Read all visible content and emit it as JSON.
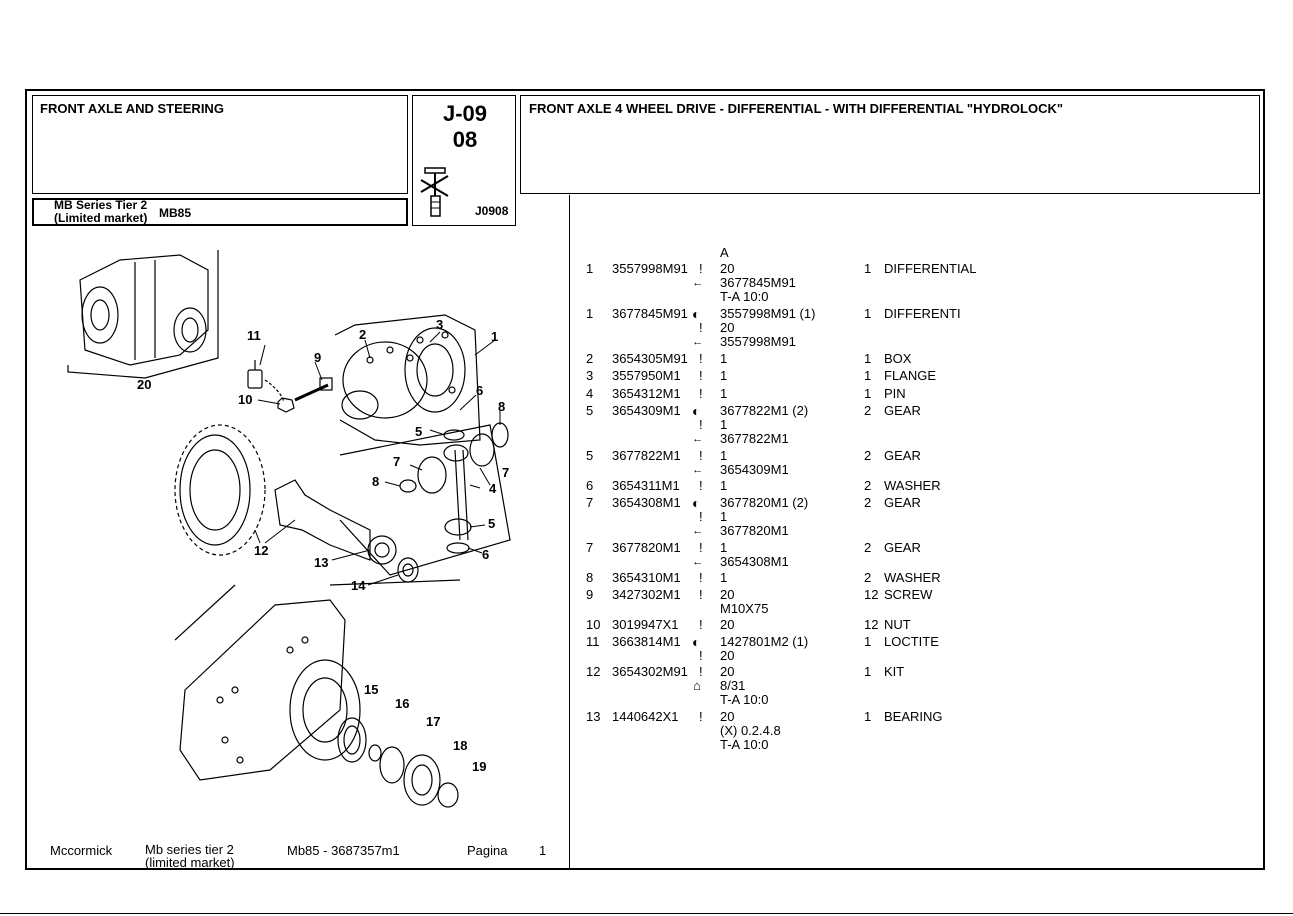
{
  "header": {
    "section_title": "FRONT AXLE AND STEERING",
    "series": "MB Series Tier 2\n(Limited market)",
    "model": "MB85",
    "group_code": "J-09",
    "sub_code": "08",
    "ref_code": "J0908",
    "page_title": "FRONT AXLE 4 WHEEL DRIVE - DIFFERENTIAL - WITH DIFFERENTIAL \"HYDROLOCK\""
  },
  "column_header": "A",
  "parts": [
    {
      "ref": "1",
      "part": "3557998M91",
      "qty": "1",
      "desc": "DIFFERENTIAL",
      "lines": [
        {
          "sym": "!",
          "text": "20"
        },
        {
          "sym": "replace",
          "text": "3677845M91"
        },
        {
          "sym": "",
          "text": "T-A 10:0"
        }
      ]
    },
    {
      "ref": "1",
      "part": "3677845M91",
      "qty": "1",
      "desc": "DIFFERENTI",
      "lines": [
        {
          "sym": "half",
          "text": "3557998M91  (1)"
        },
        {
          "sym": "!",
          "text": "20"
        },
        {
          "sym": "replace",
          "text": "3557998M91"
        }
      ]
    },
    {
      "ref": "2",
      "part": "3654305M91",
      "qty": "1",
      "desc": "BOX",
      "lines": [
        {
          "sym": "!",
          "text": "1"
        }
      ]
    },
    {
      "ref": "3",
      "part": "3557950M1",
      "qty": "1",
      "desc": "FLANGE",
      "lines": [
        {
          "sym": "!",
          "text": "1"
        }
      ]
    },
    {
      "ref": "4",
      "part": "3654312M1",
      "qty": "1",
      "desc": "PIN",
      "lines": [
        {
          "sym": "!",
          "text": "1"
        }
      ]
    },
    {
      "ref": "5",
      "part": "3654309M1",
      "qty": "2",
      "desc": "GEAR",
      "lines": [
        {
          "sym": "half",
          "text": "3677822M1  (2)"
        },
        {
          "sym": "!",
          "text": "1"
        },
        {
          "sym": "replace",
          "text": "3677822M1"
        }
      ]
    },
    {
      "ref": "5",
      "part": "3677822M1",
      "qty": "2",
      "desc": "GEAR",
      "lines": [
        {
          "sym": "!",
          "text": "1"
        },
        {
          "sym": "replace",
          "text": "3654309M1"
        }
      ]
    },
    {
      "ref": "6",
      "part": "3654311M1",
      "qty": "2",
      "desc": "WASHER",
      "lines": [
        {
          "sym": "!",
          "text": "1"
        }
      ]
    },
    {
      "ref": "7",
      "part": "3654308M1",
      "qty": "2",
      "desc": "GEAR",
      "lines": [
        {
          "sym": "half",
          "text": "3677820M1  (2)"
        },
        {
          "sym": "!",
          "text": "1"
        },
        {
          "sym": "replace",
          "text": "3677820M1"
        }
      ]
    },
    {
      "ref": "7",
      "part": "3677820M1",
      "qty": "2",
      "desc": "GEAR",
      "lines": [
        {
          "sym": "!",
          "text": "1"
        },
        {
          "sym": "replace",
          "text": "3654308M1"
        }
      ]
    },
    {
      "ref": "8",
      "part": "3654310M1",
      "qty": "2",
      "desc": "WASHER",
      "lines": [
        {
          "sym": "!",
          "text": "1"
        }
      ]
    },
    {
      "ref": "9",
      "part": "3427302M1",
      "qty": "12",
      "desc": "SCREW",
      "lines": [
        {
          "sym": "!",
          "text": "20"
        },
        {
          "sym": "",
          "text": "M10X75"
        }
      ]
    },
    {
      "ref": "10",
      "part": "3019947X1",
      "qty": "12",
      "desc": "NUT",
      "lines": [
        {
          "sym": "!",
          "text": "20"
        }
      ]
    },
    {
      "ref": "11",
      "part": "3663814M1",
      "qty": "1",
      "desc": "LOCTITE",
      "lines": [
        {
          "sym": "half",
          "text": "1427801M2  (1)"
        },
        {
          "sym": "!",
          "text": "20"
        }
      ]
    },
    {
      "ref": "12",
      "part": "3654302M91",
      "qty": "1",
      "desc": "KIT",
      "lines": [
        {
          "sym": "!",
          "text": "20"
        },
        {
          "sym": "kit",
          "text": "8/31"
        },
        {
          "sym": "",
          "text": "T-A 10:0"
        }
      ]
    },
    {
      "ref": "13",
      "part": "1440642X1",
      "qty": "1",
      "desc": "BEARING",
      "lines": [
        {
          "sym": "!",
          "text": "20"
        },
        {
          "sym": "",
          "text": "(X) 0.2.4.8"
        },
        {
          "sym": "",
          "text": "T-A 10:0"
        }
      ]
    }
  ],
  "callouts": [
    "1",
    "2",
    "3",
    "4",
    "5",
    "5",
    "6",
    "6",
    "7",
    "7",
    "8",
    "9",
    "10",
    "11",
    "12",
    "13",
    "14",
    "15",
    "16",
    "17",
    "18",
    "19",
    "20"
  ],
  "footer": {
    "brand": "Mccormick",
    "series": "Mb series tier 2\n(limited market)",
    "model_ref": "Mb85  - 3687357m1",
    "page_label": "Pagina",
    "page_number": "1"
  }
}
